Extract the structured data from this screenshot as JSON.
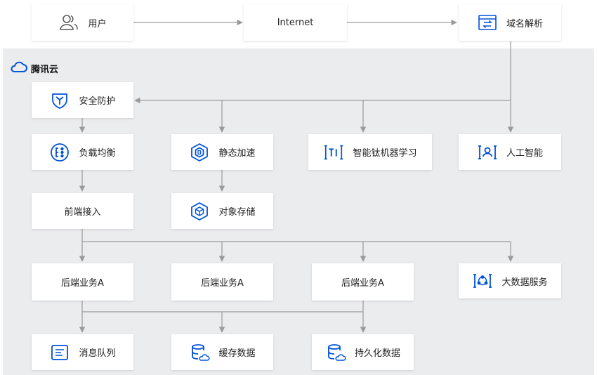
{
  "brand": {
    "name": "腾讯云",
    "icon": "cloud-icon",
    "color": "#0052d9"
  },
  "colors": {
    "accent": "#0052d9",
    "line": "#9a9a9a",
    "panel": "#ebecee"
  },
  "nodes": {
    "user": {
      "label": "用户",
      "icon": "users-icon"
    },
    "internet": {
      "label": "Internet"
    },
    "dns": {
      "label": "域名解析",
      "icon": "dns-icon"
    },
    "security": {
      "label": "安全防护",
      "icon": "shield-icon"
    },
    "lb": {
      "label": "负载均衡",
      "icon": "load-balancer-icon"
    },
    "static": {
      "label": "静态加速",
      "icon": "acceleration-icon"
    },
    "ti": {
      "label": "智能钛机器学习",
      "icon": "ti-icon"
    },
    "ai": {
      "label": "人工智能",
      "icon": "ai-icon"
    },
    "frontend": {
      "label": "前端接入"
    },
    "cos": {
      "label": "对象存储",
      "icon": "object-storage-icon"
    },
    "backend1": {
      "label": "后端业务A"
    },
    "backend2": {
      "label": "后端业务A"
    },
    "backend3": {
      "label": "后端业务A"
    },
    "bigdata": {
      "label": "大数据服务",
      "icon": "big-data-icon"
    },
    "mq": {
      "label": "消息队列",
      "icon": "message-queue-icon"
    },
    "cache": {
      "label": "缓存数据",
      "icon": "database-icon"
    },
    "persist": {
      "label": "持久化数据",
      "icon": "database-icon"
    }
  }
}
